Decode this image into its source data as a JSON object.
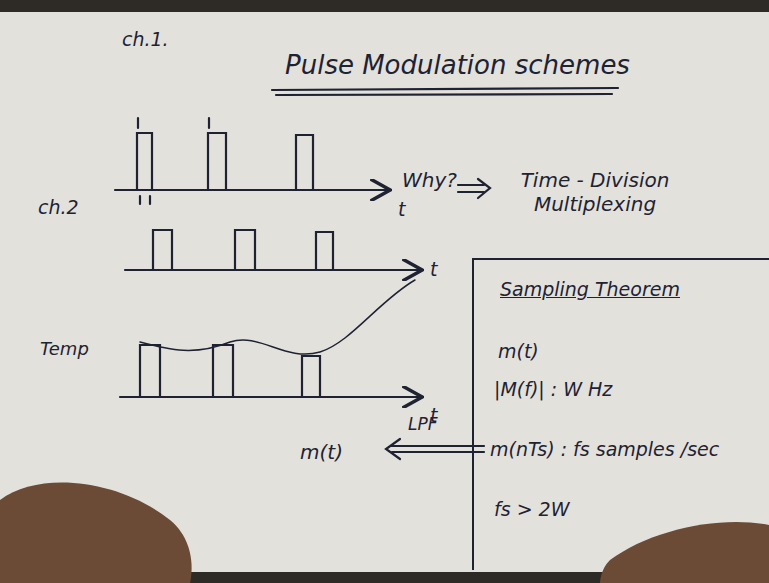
{
  "diagram": {
    "title": "Pulse Modulation schemes",
    "nodes": [
      {
        "text": [
          "Sampling Theorem",
          "m(t)",
          "|M(f)| : W Hz",
          "m(nTs) : fs samples /sec",
          "fs > 2W"
        ]
      }
    ],
    "labels": [
      "ch.1.",
      "t",
      "ch.2",
      "t",
      "Temp",
      "t",
      "Why?",
      "Time - Division Multiplexing",
      "LPF",
      "m(t)"
    ]
  }
}
